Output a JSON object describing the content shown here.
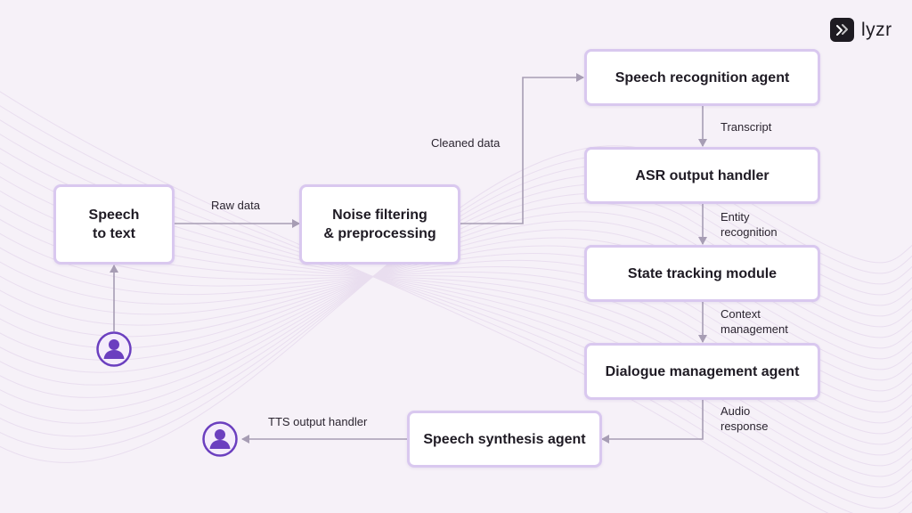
{
  "brand": {
    "name": "lyzr",
    "icon": "lyzr-logo-icon"
  },
  "colors": {
    "background": "#f6f1f8",
    "node_border": "#d9c8ef",
    "arrow": "#a79db4",
    "user_icon": "#6b3fbf"
  },
  "nodes": {
    "speech_to_text": "Speech\nto text",
    "noise_filtering": "Noise filtering\n& preprocessing",
    "speech_recognition": "Speech recognition agent",
    "asr_handler": "ASR output handler",
    "state_tracking": "State tracking module",
    "dialogue_management": "Dialogue management agent",
    "speech_synthesis": "Speech synthesis agent"
  },
  "edges": {
    "raw_data": "Raw data",
    "cleaned_data": "Cleaned data",
    "transcript": "Transcript",
    "entity_recognition": "Entity\nrecognition",
    "context_management": "Context\nmanagement",
    "audio_response": "Audio\nresponse",
    "tts_output": "TTS output handler"
  },
  "icons": {
    "input_user": "user-icon",
    "output_user": "user-icon"
  }
}
